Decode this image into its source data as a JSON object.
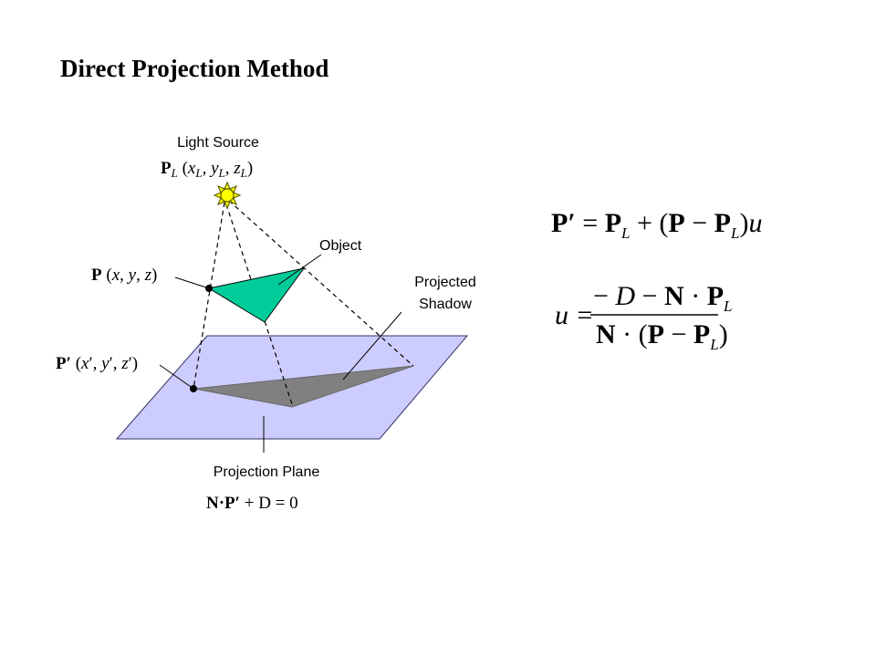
{
  "title": "Direct Projection Method",
  "labels": {
    "light_source": "Light Source",
    "object": "Object",
    "projected_shadow_line1": "Projected",
    "projected_shadow_line2": "Shadow",
    "projection_plane": "Projection Plane"
  },
  "points": {
    "PL": {
      "name": "P",
      "sub": "L",
      "coords": "(x_L, y_L, z_L)"
    },
    "P": {
      "name": "P",
      "coords": "(x, y, z)"
    },
    "P_prime": {
      "name": "P′",
      "coords": "(x′, y′, z′)"
    }
  },
  "plane_equation": {
    "lhs_bold": "N·P′",
    "rest": " + D = 0"
  },
  "equations": {
    "eq1": "P′ = P_L + (P − P_L) u",
    "eq2": "u = (−D − N·P_L) / (N·(P − P_L))"
  },
  "colors": {
    "plane": "#ccccff",
    "object": "#00cc99",
    "shadow": "#808080",
    "light": "#ffff00"
  },
  "icons": {
    "light": "sun-icon"
  }
}
